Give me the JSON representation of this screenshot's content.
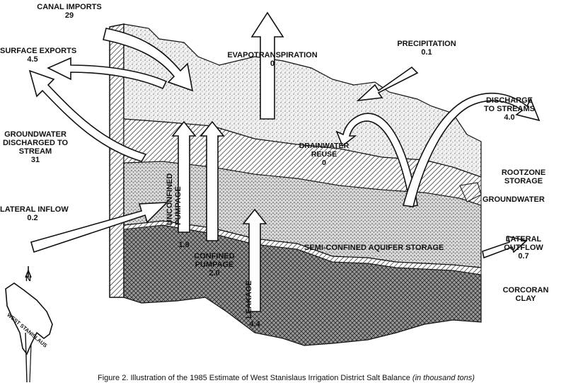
{
  "labels": {
    "canal_imports": {
      "name": "CANAL IMPORTS",
      "value": "29"
    },
    "surface_exports": {
      "name": "SURFACE EXPORTS",
      "value": "4.5"
    },
    "evapotranspiration": {
      "name": "EVAPOTRANSPIRATION",
      "value": "0"
    },
    "precipitation": {
      "name": "PRECIPITATION",
      "value": "0.1"
    },
    "discharge_to_streams": {
      "line1": "DISCHARGE",
      "line2": "TO STREAMS",
      "value": "4.0"
    },
    "groundwater_discharged": {
      "line1": "GROUNDWATER",
      "line2": "DISCHARGED TO",
      "line3": "STREAM",
      "value": "31"
    },
    "drainwater_reuse": {
      "line1": "DRAINWATER",
      "line2": "REUSE",
      "value": "0"
    },
    "rootzone_storage": {
      "line1": "ROOTZONE",
      "line2": "STORAGE"
    },
    "groundwater": "GROUNDWATER",
    "lateral_inflow": {
      "name": "LATERAL INFLOW",
      "value": "0.2"
    },
    "unconfined_pumpage": {
      "line1": "UNCONFINED",
      "line2": "PUMPAGE",
      "value": "1.8"
    },
    "confined_pumpage": {
      "line1": "CONFINED",
      "line2": "PUMPAGE",
      "value": "2.0"
    },
    "leakage": {
      "name": "LEAKAGE",
      "value": "4.4"
    },
    "semi_confined": "SEMI-CONFINED AQUIFER STORAGE",
    "lateral_outflow": {
      "line1": "LATERAL",
      "line2": "OUTFLOW",
      "value": "0.7"
    },
    "corcoran_clay": {
      "line1": "CORCORAN",
      "line2": "CLAY"
    },
    "north": "N",
    "map_label": "WEST STANISLAUS"
  },
  "caption": {
    "main": "Figure 2. Illustration of the 1985 Estimate of West Stanislaus Irrigation District Salt Balance",
    "units": "(in thousand tons)"
  }
}
